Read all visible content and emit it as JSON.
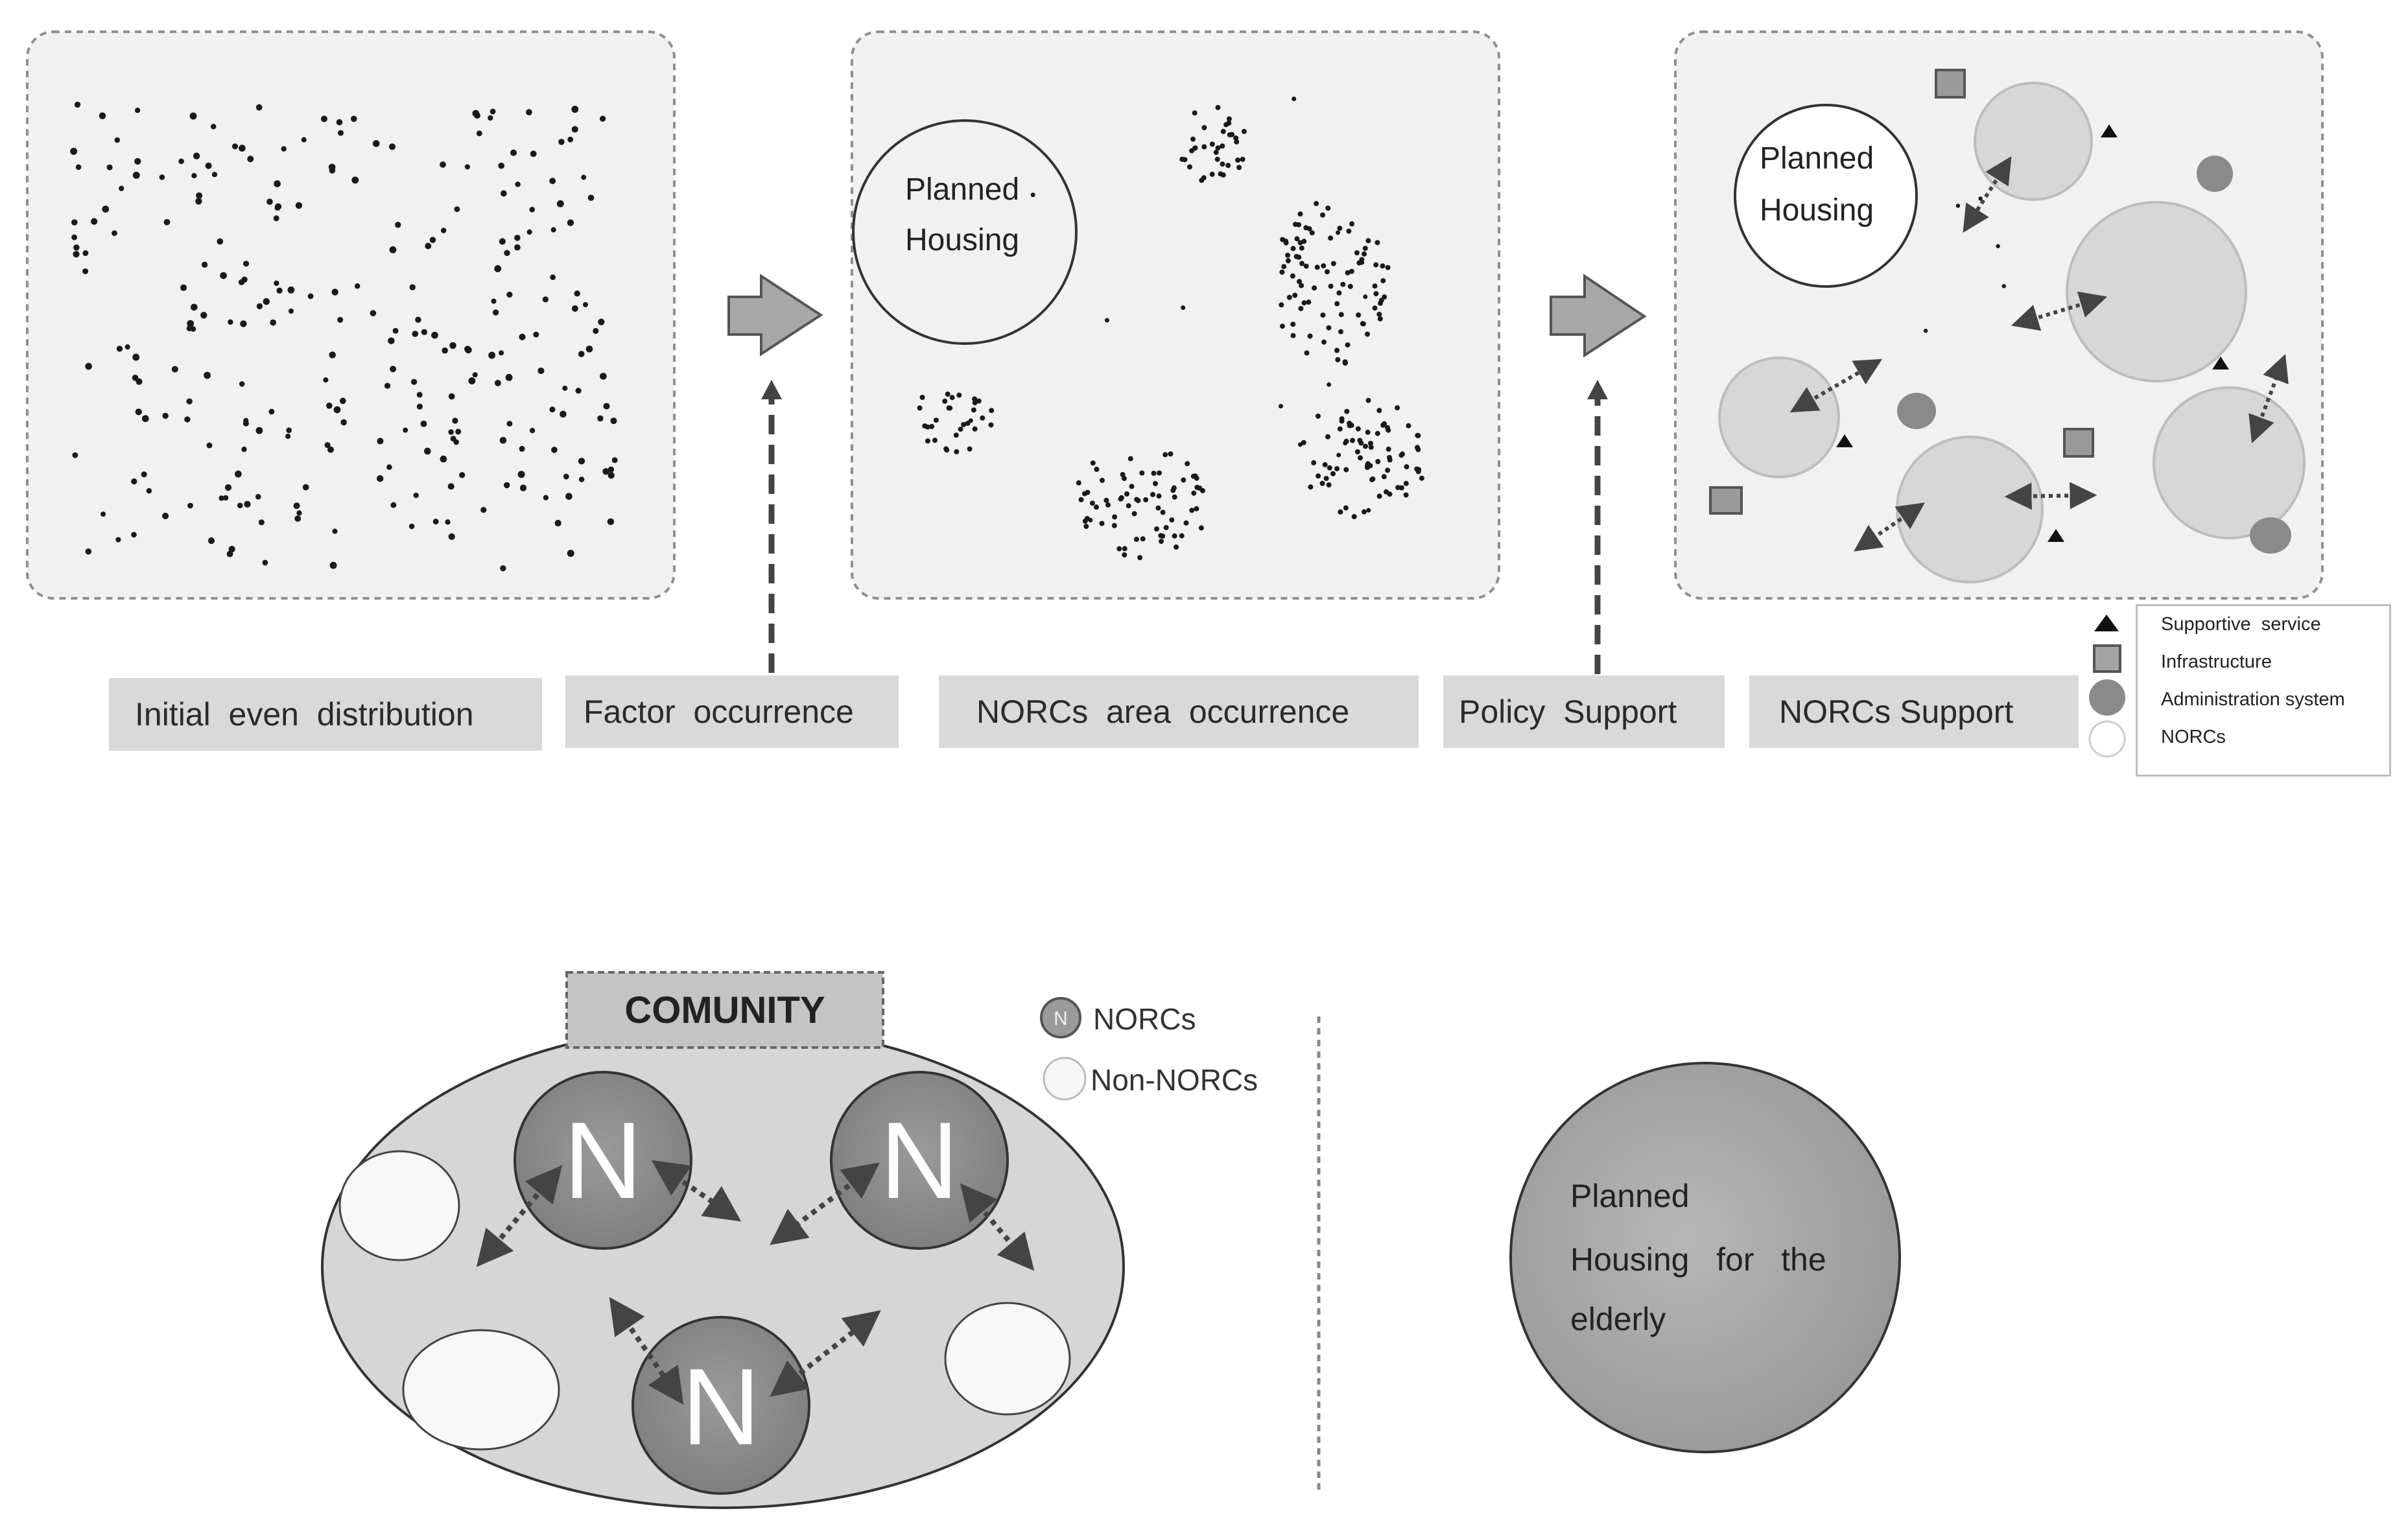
{
  "stages": [
    {
      "label": "Initial  even  distribution"
    },
    {
      "label": "Factor  occurrence"
    },
    {
      "label": "NORCs  area  occurrence"
    },
    {
      "label": "Policy  Support"
    },
    {
      "label": "NORCs Support"
    }
  ],
  "planned_housing": {
    "line1": "Planned",
    "line2": "Housing"
  },
  "legend": {
    "items": [
      {
        "label": "Supportive  service",
        "icon": "triangle-icon"
      },
      {
        "label": "Infrastructure",
        "icon": "square-icon"
      },
      {
        "label": "Administration system",
        "icon": "dark-circle-icon"
      },
      {
        "label": "NORCs",
        "icon": "light-circle-icon"
      }
    ]
  },
  "community": {
    "title": "COMUNITY",
    "norc_letter": "N",
    "legend_norcs": "NORCs",
    "legend_non_norcs": "Non-NORCs",
    "legend_icon_letter": "N"
  },
  "elderly_housing": {
    "line1": "Planned",
    "line2": "Housing   for   the",
    "line3": "elderly"
  },
  "colors": {
    "panel_bg": "#f1f1f1",
    "label_bg": "#d9d9d9",
    "norc_circle": "#8a8a8a",
    "community_ellipse": "#d6d6d6",
    "elderly_circle": "#a9a9a9"
  }
}
